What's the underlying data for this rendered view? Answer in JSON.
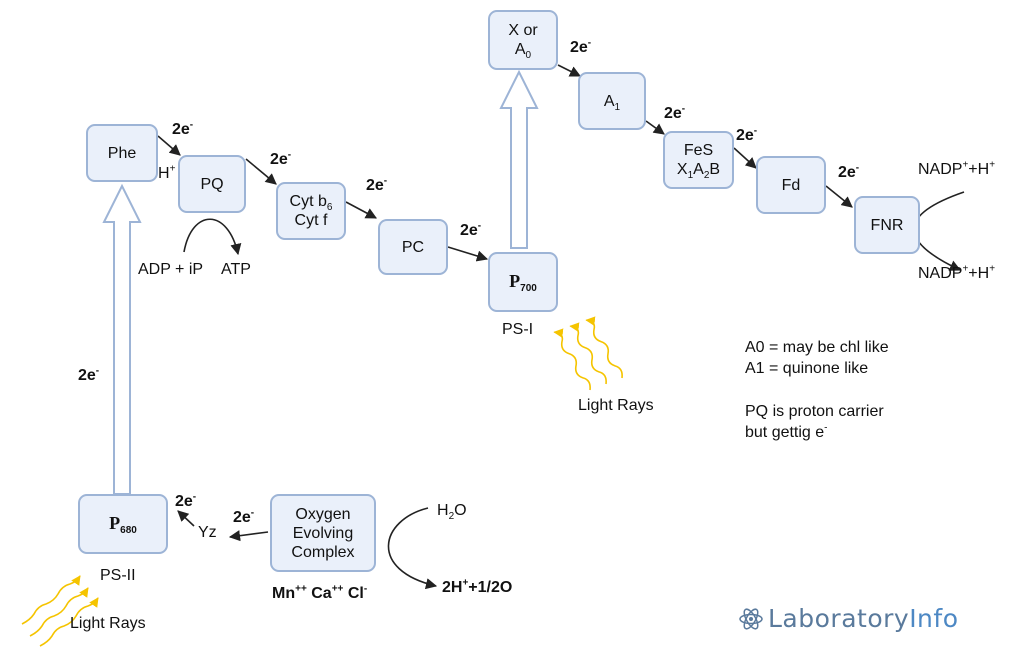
{
  "boxes": {
    "phe": "Phe",
    "pq": "PQ",
    "cyt_line1": "Cyt b",
    "cyt_line1_sub": "6",
    "cyt_line2": "Cyt f",
    "pc": "PC",
    "p700_main": "P",
    "p700_sub": "700",
    "p680_main": "P",
    "p680_sub": "680",
    "x_line1": "X or",
    "x_line2_main": "A",
    "x_line2_sub": "0",
    "a1_main": "A",
    "a1_sub": "1",
    "fes_line1": "FeS",
    "fes_x": "X",
    "fes_x_sub": "1",
    "fes_a": "A",
    "fes_a_sub": "2",
    "fes_b": "B",
    "fd": "Fd",
    "fnr": "FNR",
    "oec_line1": "Oxygen",
    "oec_line2": "Evolving",
    "oec_line3": "Complex"
  },
  "labels": {
    "two_e": "2e",
    "e_sup": "-",
    "h_plus": "H",
    "plus_sup": "+",
    "adp_ip": "ADP + iP",
    "atp": "ATP",
    "ps_one": "PS-I",
    "ps_two": "PS-II",
    "light_rays": "Light Rays",
    "yz": "Yz",
    "h2o_h": "H",
    "h2o_sub": "2",
    "h2o_o": "O",
    "products": "2H",
    "products_rest": "+1/2O",
    "mn": "Mn",
    "pp_sup": "++",
    "ca": "Ca",
    "cl": "Cl",
    "nadp": "NADP",
    "nadp_rest": "+H"
  },
  "notes": {
    "line1": "A0 = may be chl like",
    "line2": "A1 = quinone like",
    "line3": "PQ is proton carrier",
    "line4": "but gettig e"
  },
  "logo": {
    "part1": "Laboratory",
    "part2": "Info"
  },
  "colors": {
    "box_fill": "#eaf0fa",
    "box_border": "#9db4d6",
    "light_rays": "#f5c400",
    "arrow": "#222222",
    "logo": "#5a7a9c"
  }
}
